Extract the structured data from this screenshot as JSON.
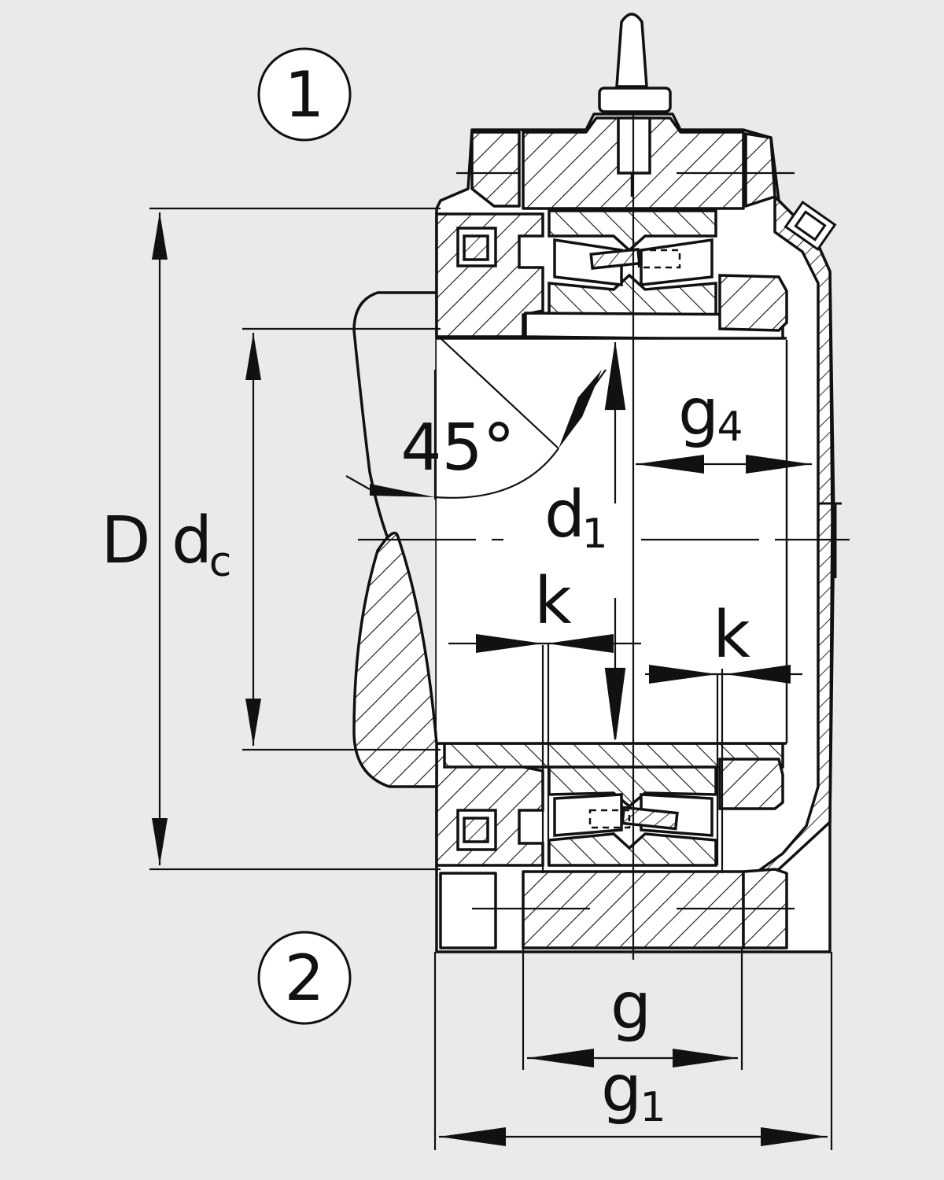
{
  "callouts": {
    "top": "1",
    "bottom": "2"
  },
  "labels": {
    "angle": "45°",
    "D": "D",
    "dc_main": "d",
    "dc_sub": "c",
    "d1_main": "d",
    "d1_sub": "1",
    "g4_main": "g",
    "g4_sub": "4",
    "k_left": "k",
    "k_right": "k",
    "g": "g",
    "g1_main": "g",
    "g1_sub": "1"
  },
  "colors": {
    "background": "#e9eaec",
    "ink": "#111111",
    "part": "#ffffff"
  }
}
